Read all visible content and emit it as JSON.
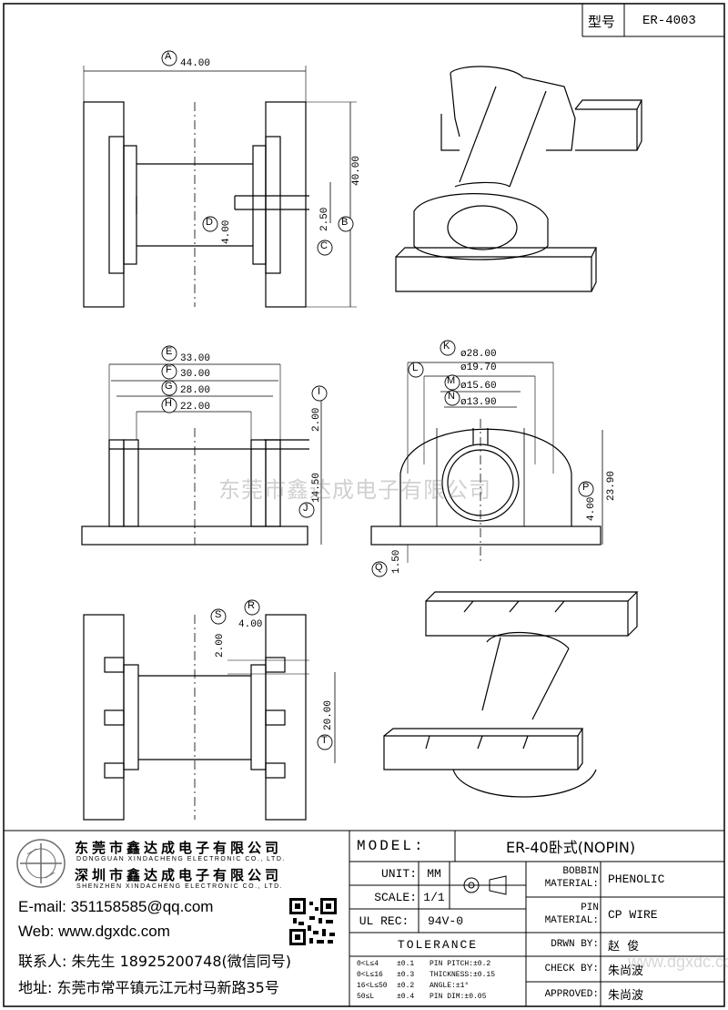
{
  "header": {
    "type_label": "型号",
    "part_no": "ER-4003"
  },
  "dims": {
    "A": "44.00",
    "B": "40.00",
    "C": "2.50",
    "D": "4.00",
    "E": "33.00",
    "F": "30.00",
    "G": "28.00",
    "H": "22.00",
    "I": "2.00",
    "J": "14.50",
    "K": "ø28.00",
    "L": "ø19.70",
    "M": "ø15.60",
    "N": "ø13.90",
    "P": "4.00",
    "O": "23.90",
    "Q": "1.50",
    "S": "2.00",
    "R": "4.00",
    "T": "20.00"
  },
  "callouts": [
    "A",
    "B",
    "C",
    "D",
    "E",
    "F",
    "G",
    "H",
    "I",
    "J",
    "K",
    "L",
    "M",
    "N",
    "P",
    "Q",
    "R",
    "S",
    "T"
  ],
  "watermark": "东莞市鑫达成电子有限公司",
  "company": {
    "name1": "东莞市鑫达成电子有限公司",
    "name1_en": "DONGGUAN XINDACHENG ELECTRONIC CO., LTD.",
    "name2": "深圳市鑫达成电子有限公司",
    "name2_en": "SHENZHEN XINDACHENG ELECTRONIC CO., LTD.",
    "email": "E-mail: 351158585@qq.com",
    "web": "Web: www.dgxdc.com",
    "contact": "联系人: 朱先生 18925200748(微信同号)",
    "address": "地址: 东莞市常平镇元江元村马新路35号"
  },
  "title_block": {
    "model_label": "MODEL:",
    "model_value": "ER-40卧式(NOPIN)",
    "unit_label": "UNIT:",
    "unit_value": "MM",
    "scale_label": "SCALE:",
    "scale_value": "1/1",
    "ulrec_label": "UL REC:",
    "ulrec_value": "94V-0",
    "tolerance_label": "TOLERANCE",
    "bobbin_label": "BOBBIN\nMATERIAL:",
    "bobbin_value": "PHENOLIC",
    "pin_label": "PIN\nMATERIAL:",
    "pin_value": "CP WIRE",
    "drawn_label": "DRWN BY:",
    "drawn_value": "赵  俊",
    "check_label": "CHECK BY:",
    "check_value": "朱尚波",
    "approved_label": "APPROVED:",
    "approved_value": "朱尚波",
    "tol_rows": [
      [
        "0<L≤4",
        "±0.1",
        "PIN PITCH:±0.2"
      ],
      [
        "0<L≤16",
        "±0.3",
        "THICKNESS:±0.15"
      ],
      [
        "16<L≤50",
        "±0.2",
        "ANGLE:±1°"
      ],
      [
        "50≤L",
        "±0.4",
        "PIN DIM:±0.05"
      ]
    ],
    "site_watermark": "www.dgxdc.com"
  }
}
